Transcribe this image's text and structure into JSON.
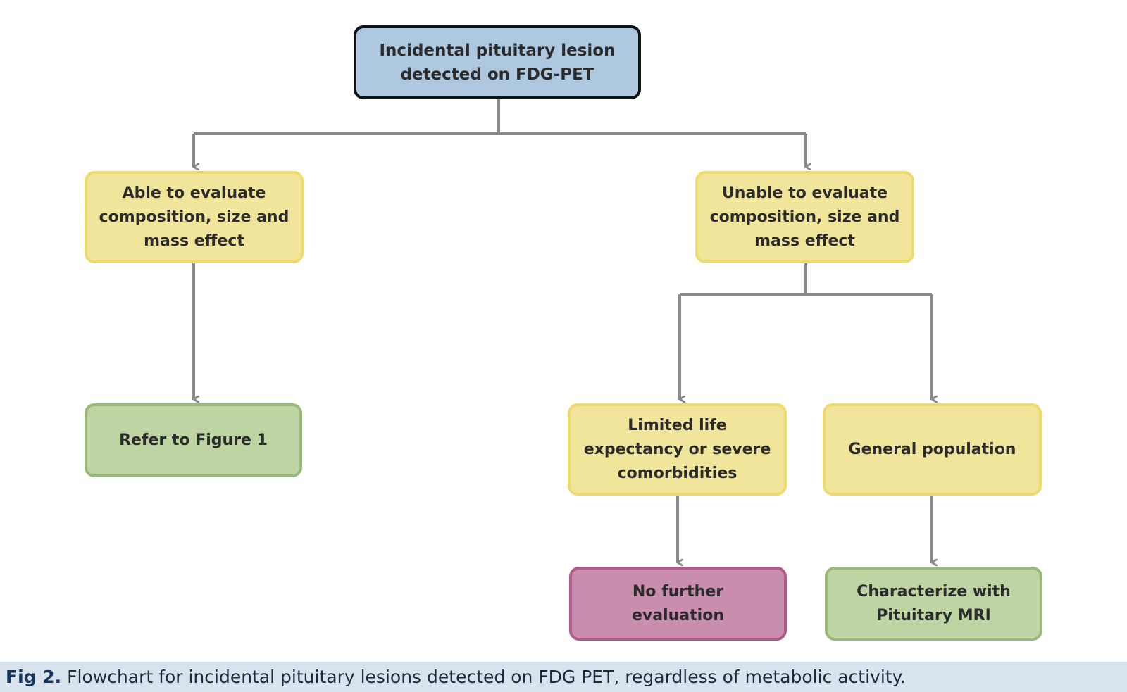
{
  "nodes": {
    "root": [
      "Incidental pituitary lesion",
      "detected on FDG-PET"
    ],
    "able": [
      "Able to evaluate",
      "composition, size and",
      "mass effect"
    ],
    "unable": [
      "Unable to evaluate",
      "composition, size and",
      "mass effect"
    ],
    "refer": [
      "Refer to Figure 1"
    ],
    "limited": [
      "Limited life",
      "expectancy or severe",
      "comorbidities"
    ],
    "general": [
      "General population"
    ],
    "no_further": [
      "No further",
      "evaluation"
    ],
    "characterize": [
      "Characterize with",
      "Pituitary MRI"
    ]
  },
  "caption": {
    "label": "Fig 2.",
    "text": "Flowchart for incidental pituitary lesions detected on FDG PET, regardless of metabolic activity."
  },
  "colors": {
    "root_fill": "#aec8e0",
    "decision_fill": "#f0e59a",
    "outcome_green": "#bfd4a3",
    "outcome_pink": "#c98ead",
    "connector": "#8a8a8a"
  }
}
